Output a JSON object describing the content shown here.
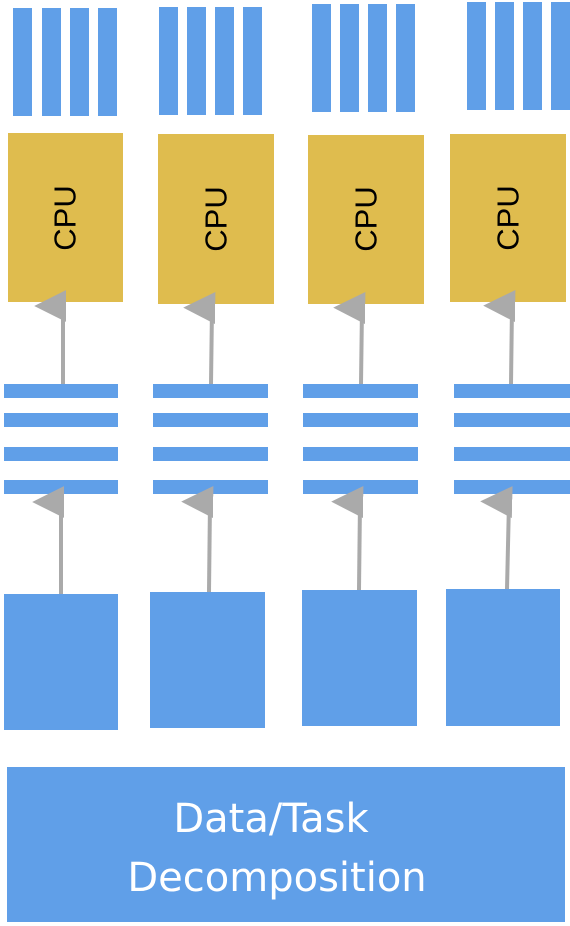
{
  "colors": {
    "blue": "#609fe8",
    "gold": "#dfbc4e",
    "arrow": "#aaaaaa",
    "background": "#ffffff"
  },
  "columns": [
    {
      "cpu_label": "CPU"
    },
    {
      "cpu_label": "CPU"
    },
    {
      "cpu_label": "CPU"
    },
    {
      "cpu_label": "CPU"
    }
  ],
  "decomposition": {
    "line1": "Data/Task",
    "line2": "Decomposition"
  }
}
